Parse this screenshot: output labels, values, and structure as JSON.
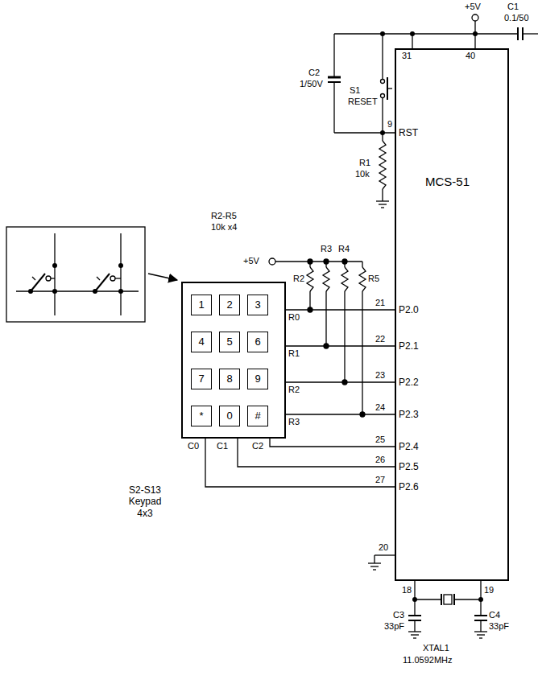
{
  "diagram": {
    "nodes": [
      {
        "text": [
          "MCS-51"
        ]
      },
      {
        "text": [
          "S2-S13 Keypad 4x3"
        ]
      },
      {
        "text": [
          "1"
        ],
        "in": 1
      },
      {
        "text": [
          "2"
        ],
        "in": 1
      },
      {
        "text": [
          "3"
        ],
        "in": 1
      },
      {
        "text": [
          "4"
        ],
        "in": 1
      },
      {
        "text": [
          "5"
        ],
        "in": 1
      },
      {
        "text": [
          "6"
        ],
        "in": 1
      },
      {
        "text": [
          "7"
        ],
        "in": 1
      },
      {
        "text": [
          "8"
        ],
        "in": 1
      },
      {
        "text": [
          "9"
        ],
        "in": 1
      },
      {
        "text": [
          "*"
        ],
        "in": 1
      },
      {
        "text": [
          "0"
        ],
        "in": 1
      },
      {
        "text": [
          "#"
        ],
        "in": 1
      }
    ],
    "edges": [
      {
        "from": 1,
        "to": 0,
        "arrow": "none",
        "label": "R0"
      },
      {
        "from": 1,
        "to": 0,
        "arrow": "none",
        "label": "R1"
      },
      {
        "from": 1,
        "to": 0,
        "arrow": "none",
        "label": "R2"
      },
      {
        "from": 1,
        "to": 0,
        "arrow": "none",
        "label": "R3"
      },
      {
        "from": 1,
        "to": 0,
        "arrow": "none",
        "label": "C0"
      },
      {
        "from": 1,
        "to": 0,
        "arrow": "none",
        "label": "C1"
      },
      {
        "from": 1,
        "to": 0,
        "arrow": "none",
        "label": "C2"
      }
    ],
    "labels": [
      "+5V",
      "C1",
      "0.1/50",
      "C2",
      "1/50V",
      "S1",
      "RESET",
      "31",
      "40",
      "9",
      "RST",
      "R1",
      "10k",
      "R2-R5",
      "10k x4",
      "+5V",
      "R2",
      "R3",
      "R4",
      "R5",
      "21",
      "P2.0",
      "22",
      "P2.1",
      "23",
      "P2.2",
      "24",
      "P2.3",
      "25",
      "P2.4",
      "26",
      "P2.5",
      "27",
      "P2.6",
      "20",
      "18",
      "19",
      "C3",
      "33pF",
      "C4",
      "33pF",
      "XTAL1",
      "11.0592MHz"
    ]
  }
}
